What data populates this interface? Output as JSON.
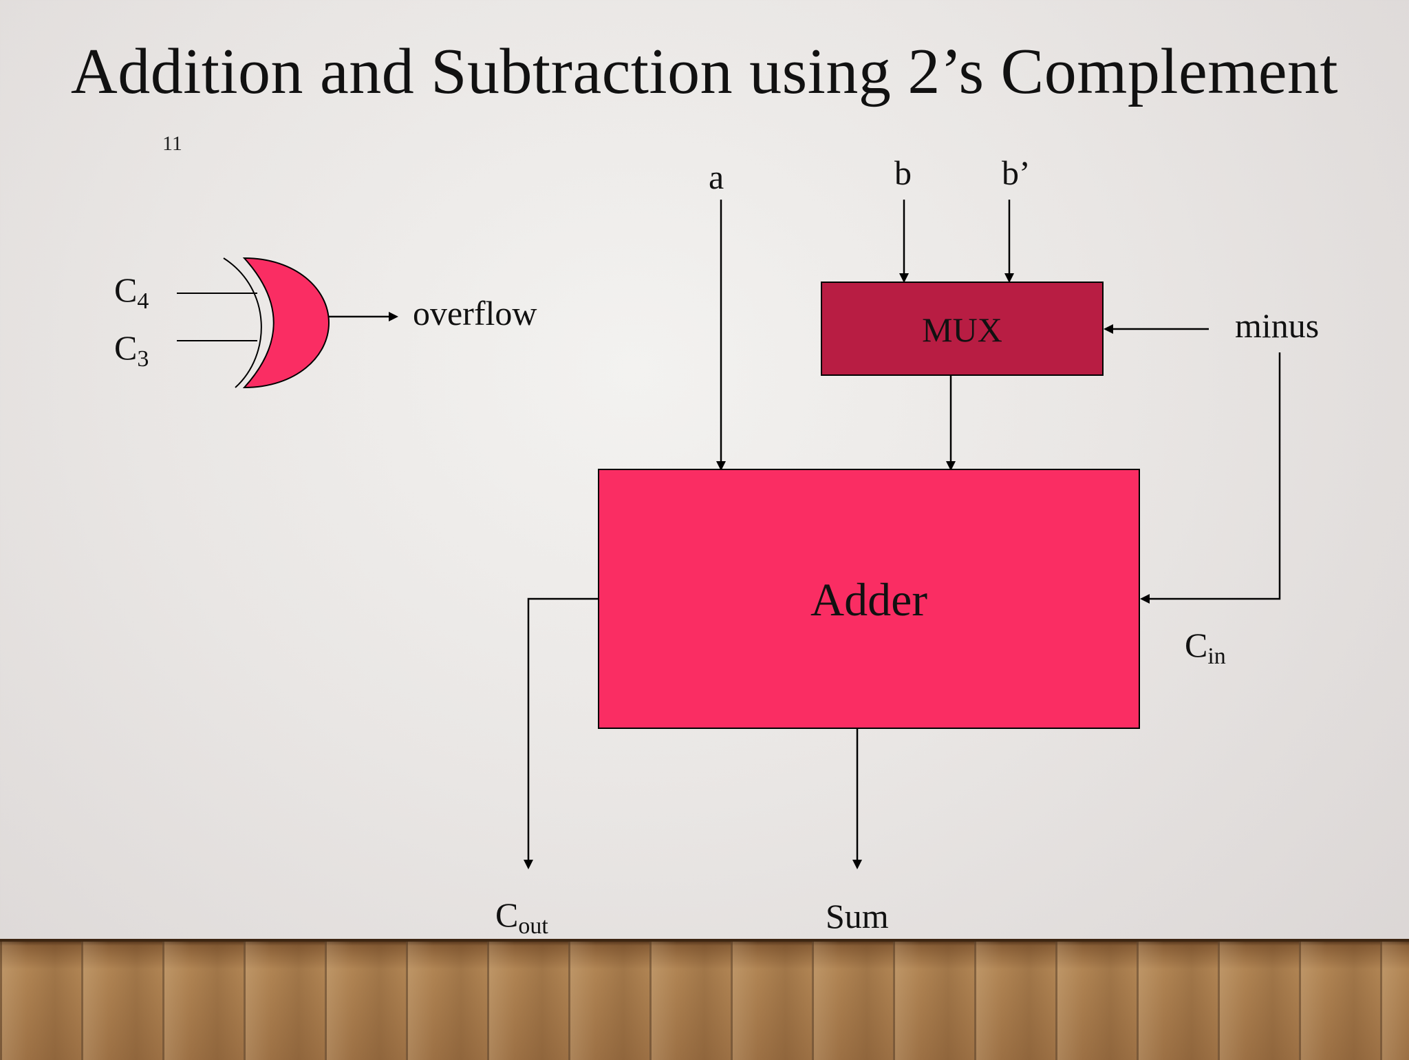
{
  "title": "Addition and Subtraction using 2’s Complement",
  "page_number": "11",
  "gate": {
    "inputs": [
      {
        "main": "C",
        "sub": "4"
      },
      {
        "main": "C",
        "sub": "3"
      }
    ],
    "output": "overflow",
    "fill": "#fa2d63"
  },
  "inputs": {
    "a": "a",
    "b": "b",
    "b_prime": "b’",
    "minus": "minus"
  },
  "mux": {
    "label": "MUX",
    "fill": "#b81d43"
  },
  "adder": {
    "label": "Adder",
    "fill": "#fa2d63"
  },
  "outputs": {
    "cin": {
      "main": "C",
      "sub": "in"
    },
    "cout": {
      "main": "C",
      "sub": "out"
    },
    "sum": "Sum"
  }
}
